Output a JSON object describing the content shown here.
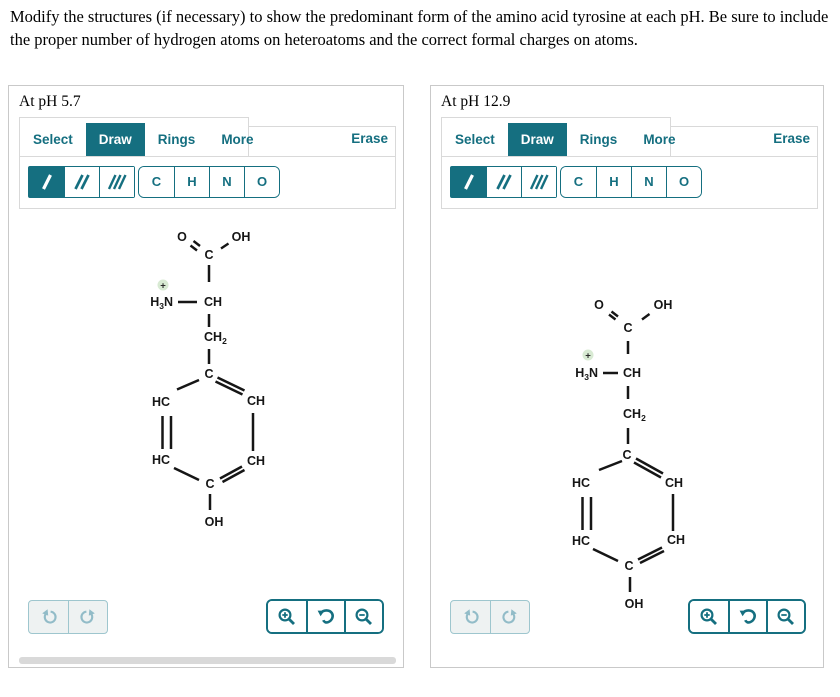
{
  "instructions": "Modify the structures (if necessary) to show the predominant form of the amino acid tyrosine at each pH. Be sure to include the proper number of hydrogen atoms on heteroatoms and the correct formal charges on atoms.",
  "colors": {
    "accent_teal": "#156F80",
    "atom_black": "#161616",
    "charge_badge_green": "#D8EAD3",
    "disabled_icon_blue": "#92BCC8"
  },
  "panels": [
    {
      "title": "At pH 5.7",
      "toolbar": {
        "tabs": [
          {
            "label": "Select",
            "active": false
          },
          {
            "label": "Draw",
            "active": true
          },
          {
            "label": "Rings",
            "active": false
          },
          {
            "label": "More",
            "active": false
          }
        ],
        "erase_label": "Erase",
        "atom_buttons": [
          "C",
          "H",
          "N",
          "O"
        ]
      },
      "molecule": {
        "carbonyl_o": "O",
        "carboxyl_oh": "OH",
        "carboxyl_c": "C",
        "charge_plus": "+",
        "ammonium_h": "H",
        "ammonium_subscript": "3",
        "ammonium_n": "N",
        "alpha_ch": "CH",
        "methylene_ch": "CH",
        "methylene_subscript": "2",
        "ring_top_c": "C",
        "ring_upper_left_hc": "HC",
        "ring_upper_right_ch": "CH",
        "ring_lower_left_hc": "HC",
        "ring_lower_right_ch": "CH",
        "ring_bottom_c": "C",
        "phenol_oh": "OH"
      }
    },
    {
      "title": "At pH 12.9",
      "toolbar": {
        "tabs": [
          {
            "label": "Select",
            "active": false
          },
          {
            "label": "Draw",
            "active": true
          },
          {
            "label": "Rings",
            "active": false
          },
          {
            "label": "More",
            "active": false
          }
        ],
        "erase_label": "Erase",
        "atom_buttons": [
          "C",
          "H",
          "N",
          "O"
        ]
      },
      "molecule": {
        "carbonyl_o": "O",
        "carboxyl_oh": "OH",
        "carboxyl_c": "C",
        "charge_plus": "+",
        "ammonium_h": "H",
        "ammonium_subscript": "3",
        "ammonium_n": "N",
        "alpha_ch": "CH",
        "methylene_ch": "CH",
        "methylene_subscript": "2",
        "ring_top_c": "C",
        "ring_upper_left_hc": "HC",
        "ring_upper_right_ch": "CH",
        "ring_lower_left_hc": "HC",
        "ring_lower_right_ch": "CH",
        "ring_bottom_c": "C",
        "phenol_oh": "OH"
      }
    }
  ]
}
